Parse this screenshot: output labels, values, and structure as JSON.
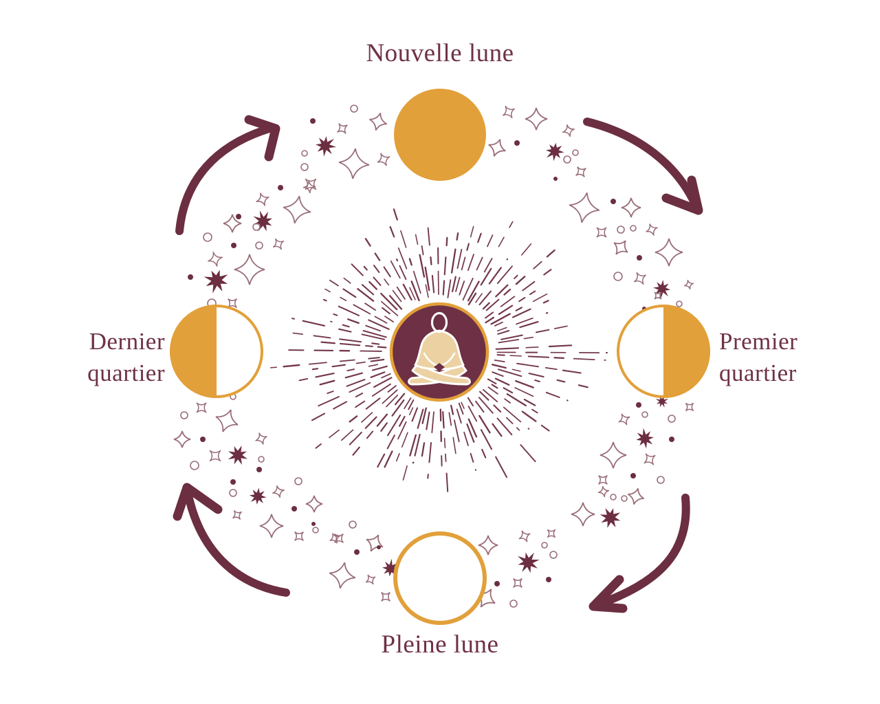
{
  "diagram": {
    "type": "cycle-diagram",
    "subject": "moon-phases",
    "cycle_direction": "clockwise",
    "center_icon": "meditating-person-icon",
    "phases": [
      {
        "position": "top",
        "label": "Nouvelle lune",
        "moon_style": "filled"
      },
      {
        "position": "right",
        "label": "Premier quartier",
        "moon_style": "half-right-filled"
      },
      {
        "position": "bottom",
        "label": "Pleine lune",
        "moon_style": "outlined"
      },
      {
        "position": "left",
        "label": "Dernier quartier",
        "moon_style": "half-left-filled"
      }
    ],
    "colors": {
      "orange": "#E2A03A",
      "maroon": "#6C2E41",
      "text": "#6F3147",
      "emblem_background": "#6E3044",
      "figure_cream": "#ECD2A3",
      "figure_outline": "#FFFFFF",
      "sparkle_outline": "#9A6E79",
      "background": "#FFFFFF"
    }
  }
}
